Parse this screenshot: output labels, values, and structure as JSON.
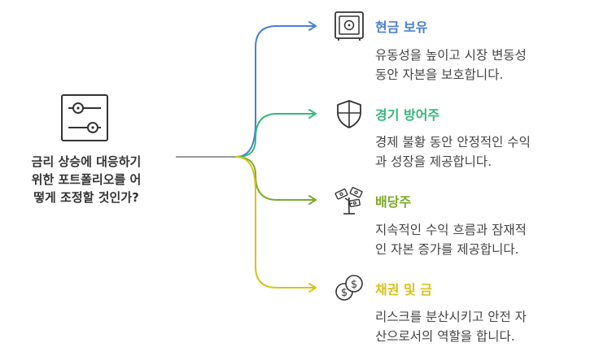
{
  "central": {
    "question_lines": [
      "금리 상승에 대응하기",
      "위한 포트폴리오를 어",
      "떻게 조정할 것인가?"
    ],
    "icon": "sliders-icon"
  },
  "branches": [
    {
      "title": "현금 보유",
      "desc_lines": [
        "유동성을 높이고 시장 변동성",
        "동안 자본을 보호합니다."
      ],
      "icon": "safe-icon",
      "color": "#4a7fd4"
    },
    {
      "title": "경기 방어주",
      "desc_lines": [
        "경제 불황 동안 안정적인 수익",
        "과 성장을 제공합니다."
      ],
      "icon": "shield-icon",
      "color": "#34b87a"
    },
    {
      "title": "배당주",
      "desc_lines": [
        "지속적인 수익 흐름과 잠재적",
        "인 자본 증가를 제공합니다."
      ],
      "icon": "money-plant-icon",
      "color": "#7bab2a"
    },
    {
      "title": "채권 및 금",
      "desc_lines": [
        "리스크를 분산시키고 안전 자",
        "산으로서의 역할을 합니다."
      ],
      "icon": "coins-icon",
      "color": "#d8c21a"
    }
  ]
}
